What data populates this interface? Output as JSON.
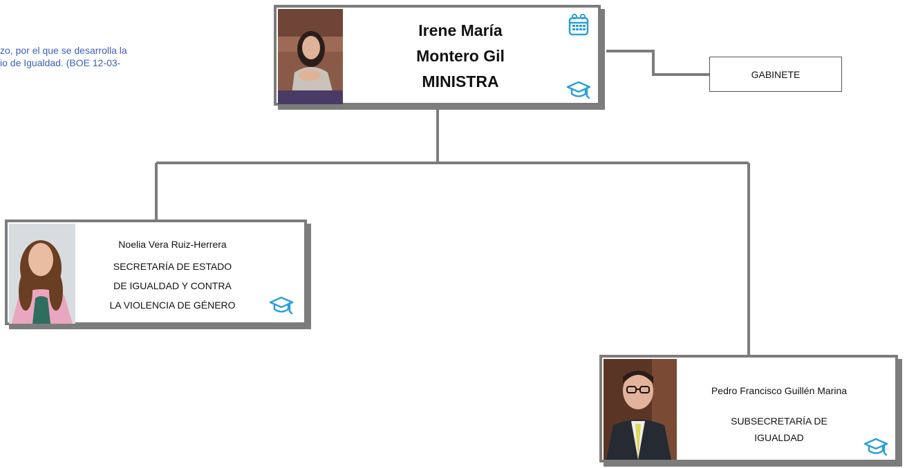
{
  "legal_text": "zo, por el que se desarrolla la\nio de Igualdad. (BOE 12-03-",
  "minister": {
    "name_line1": "Irene María",
    "name_line2": "Montero Gil",
    "title": "MINISTRA"
  },
  "gabinete": {
    "label": "GABINETE"
  },
  "secretaria": {
    "name": "Noelia Vera Ruiz-Herrera",
    "title_line1": "SECRETARÍA DE ESTADO",
    "title_line2": "DE IGUALDAD Y CONTRA",
    "title_line3": "LA VIOLENCIA DE GÉNERO"
  },
  "subsecretaria": {
    "name": "Pedro Francisco Guillén Marina",
    "title_line1": "SUBSECRETARÍA DE",
    "title_line2": "IGUALDAD"
  },
  "colors": {
    "connector": "#7c7c7c",
    "legal_text": "#3a5fb8",
    "icon_blue": "#2a9fd8"
  },
  "icons": [
    "calendar-icon",
    "graduation-cap-icon"
  ]
}
